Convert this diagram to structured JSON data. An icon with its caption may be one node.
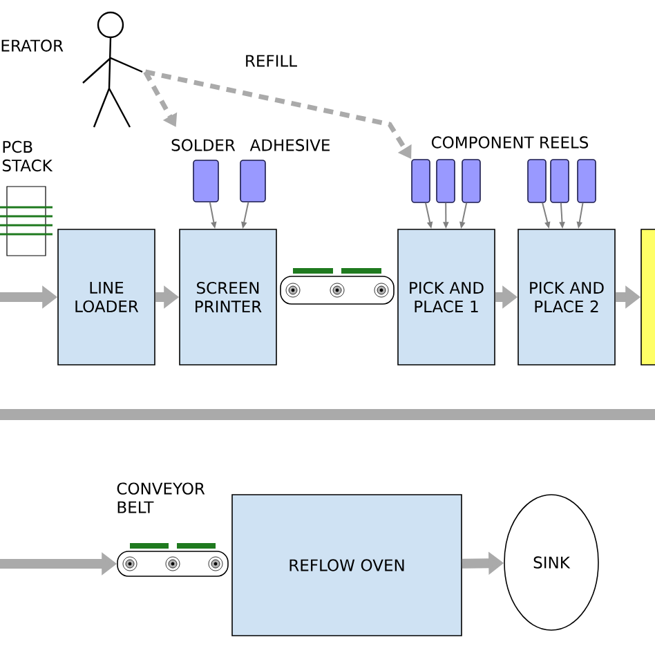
{
  "diagram": {
    "nodes": [
      {
        "text": [],
        "shape": "person",
        "beside": [
          "ERATOR"
        ]
      },
      {
        "text": [],
        "shape": "box",
        "beside": [
          "SOLDER"
        ]
      },
      {
        "text": [],
        "shape": "box",
        "beside": [
          "ADHESIVE"
        ]
      },
      {
        "text": [],
        "shape": "box"
      },
      {
        "text": [],
        "shape": "box"
      },
      {
        "text": [],
        "shape": "box"
      },
      {
        "text": [],
        "shape": "box"
      },
      {
        "text": [],
        "shape": "box"
      },
      {
        "text": [],
        "shape": "box"
      },
      {
        "text": [],
        "shape": "box",
        "beside": [
          "PCB STACK"
        ]
      },
      {
        "text": [
          "LINE LOADER"
        ]
      },
      {
        "text": [
          "SCREEN PRINTER"
        ]
      },
      {
        "text": [],
        "shape": "box"
      },
      {
        "text": [
          "PICK AND PLACE 1"
        ]
      },
      {
        "text": [
          "PICK AND PLACE 2"
        ]
      },
      {
        "text": [],
        "shape": "box"
      },
      {
        "text": [],
        "shape": "box",
        "beside": [
          "CONVEYOR BELT"
        ]
      },
      {
        "text": [
          "REFLOW OVEN"
        ]
      },
      {
        "text": [
          "SINK"
        ]
      }
    ],
    "edges": [
      {
        "from": 0,
        "to": 1,
        "arrow": "to",
        "style": "dashed"
      },
      {
        "from": 0,
        "to": 3,
        "arrow": "to",
        "style": "dashed",
        "label": "REFILL"
      },
      {
        "from": 1,
        "to": 11,
        "arrow": "to"
      },
      {
        "from": 2,
        "to": 11,
        "arrow": "to"
      },
      {
        "from": 3,
        "to": 13,
        "arrow": "to"
      },
      {
        "from": 4,
        "to": 13,
        "arrow": "to"
      },
      {
        "from": 5,
        "to": 13,
        "arrow": "to"
      },
      {
        "from": 6,
        "to": 14,
        "arrow": "to"
      },
      {
        "from": 7,
        "to": 14,
        "arrow": "to"
      },
      {
        "from": 8,
        "to": 14,
        "arrow": "to"
      },
      {
        "from": null,
        "to": 10,
        "arrow": "to",
        "style": "thick"
      },
      {
        "from": 10,
        "to": 11,
        "arrow": "to",
        "style": "thick"
      },
      {
        "from": 13,
        "to": 14,
        "arrow": "to",
        "style": "thick"
      },
      {
        "from": 14,
        "to": 15,
        "arrow": "to",
        "style": "thick"
      },
      {
        "from": null,
        "to": 16,
        "arrow": "to",
        "style": "thick"
      },
      {
        "from": 17,
        "to": 18,
        "arrow": "to",
        "style": "thick"
      }
    ],
    "labels": [
      "COMPONENT REELS"
    ]
  }
}
